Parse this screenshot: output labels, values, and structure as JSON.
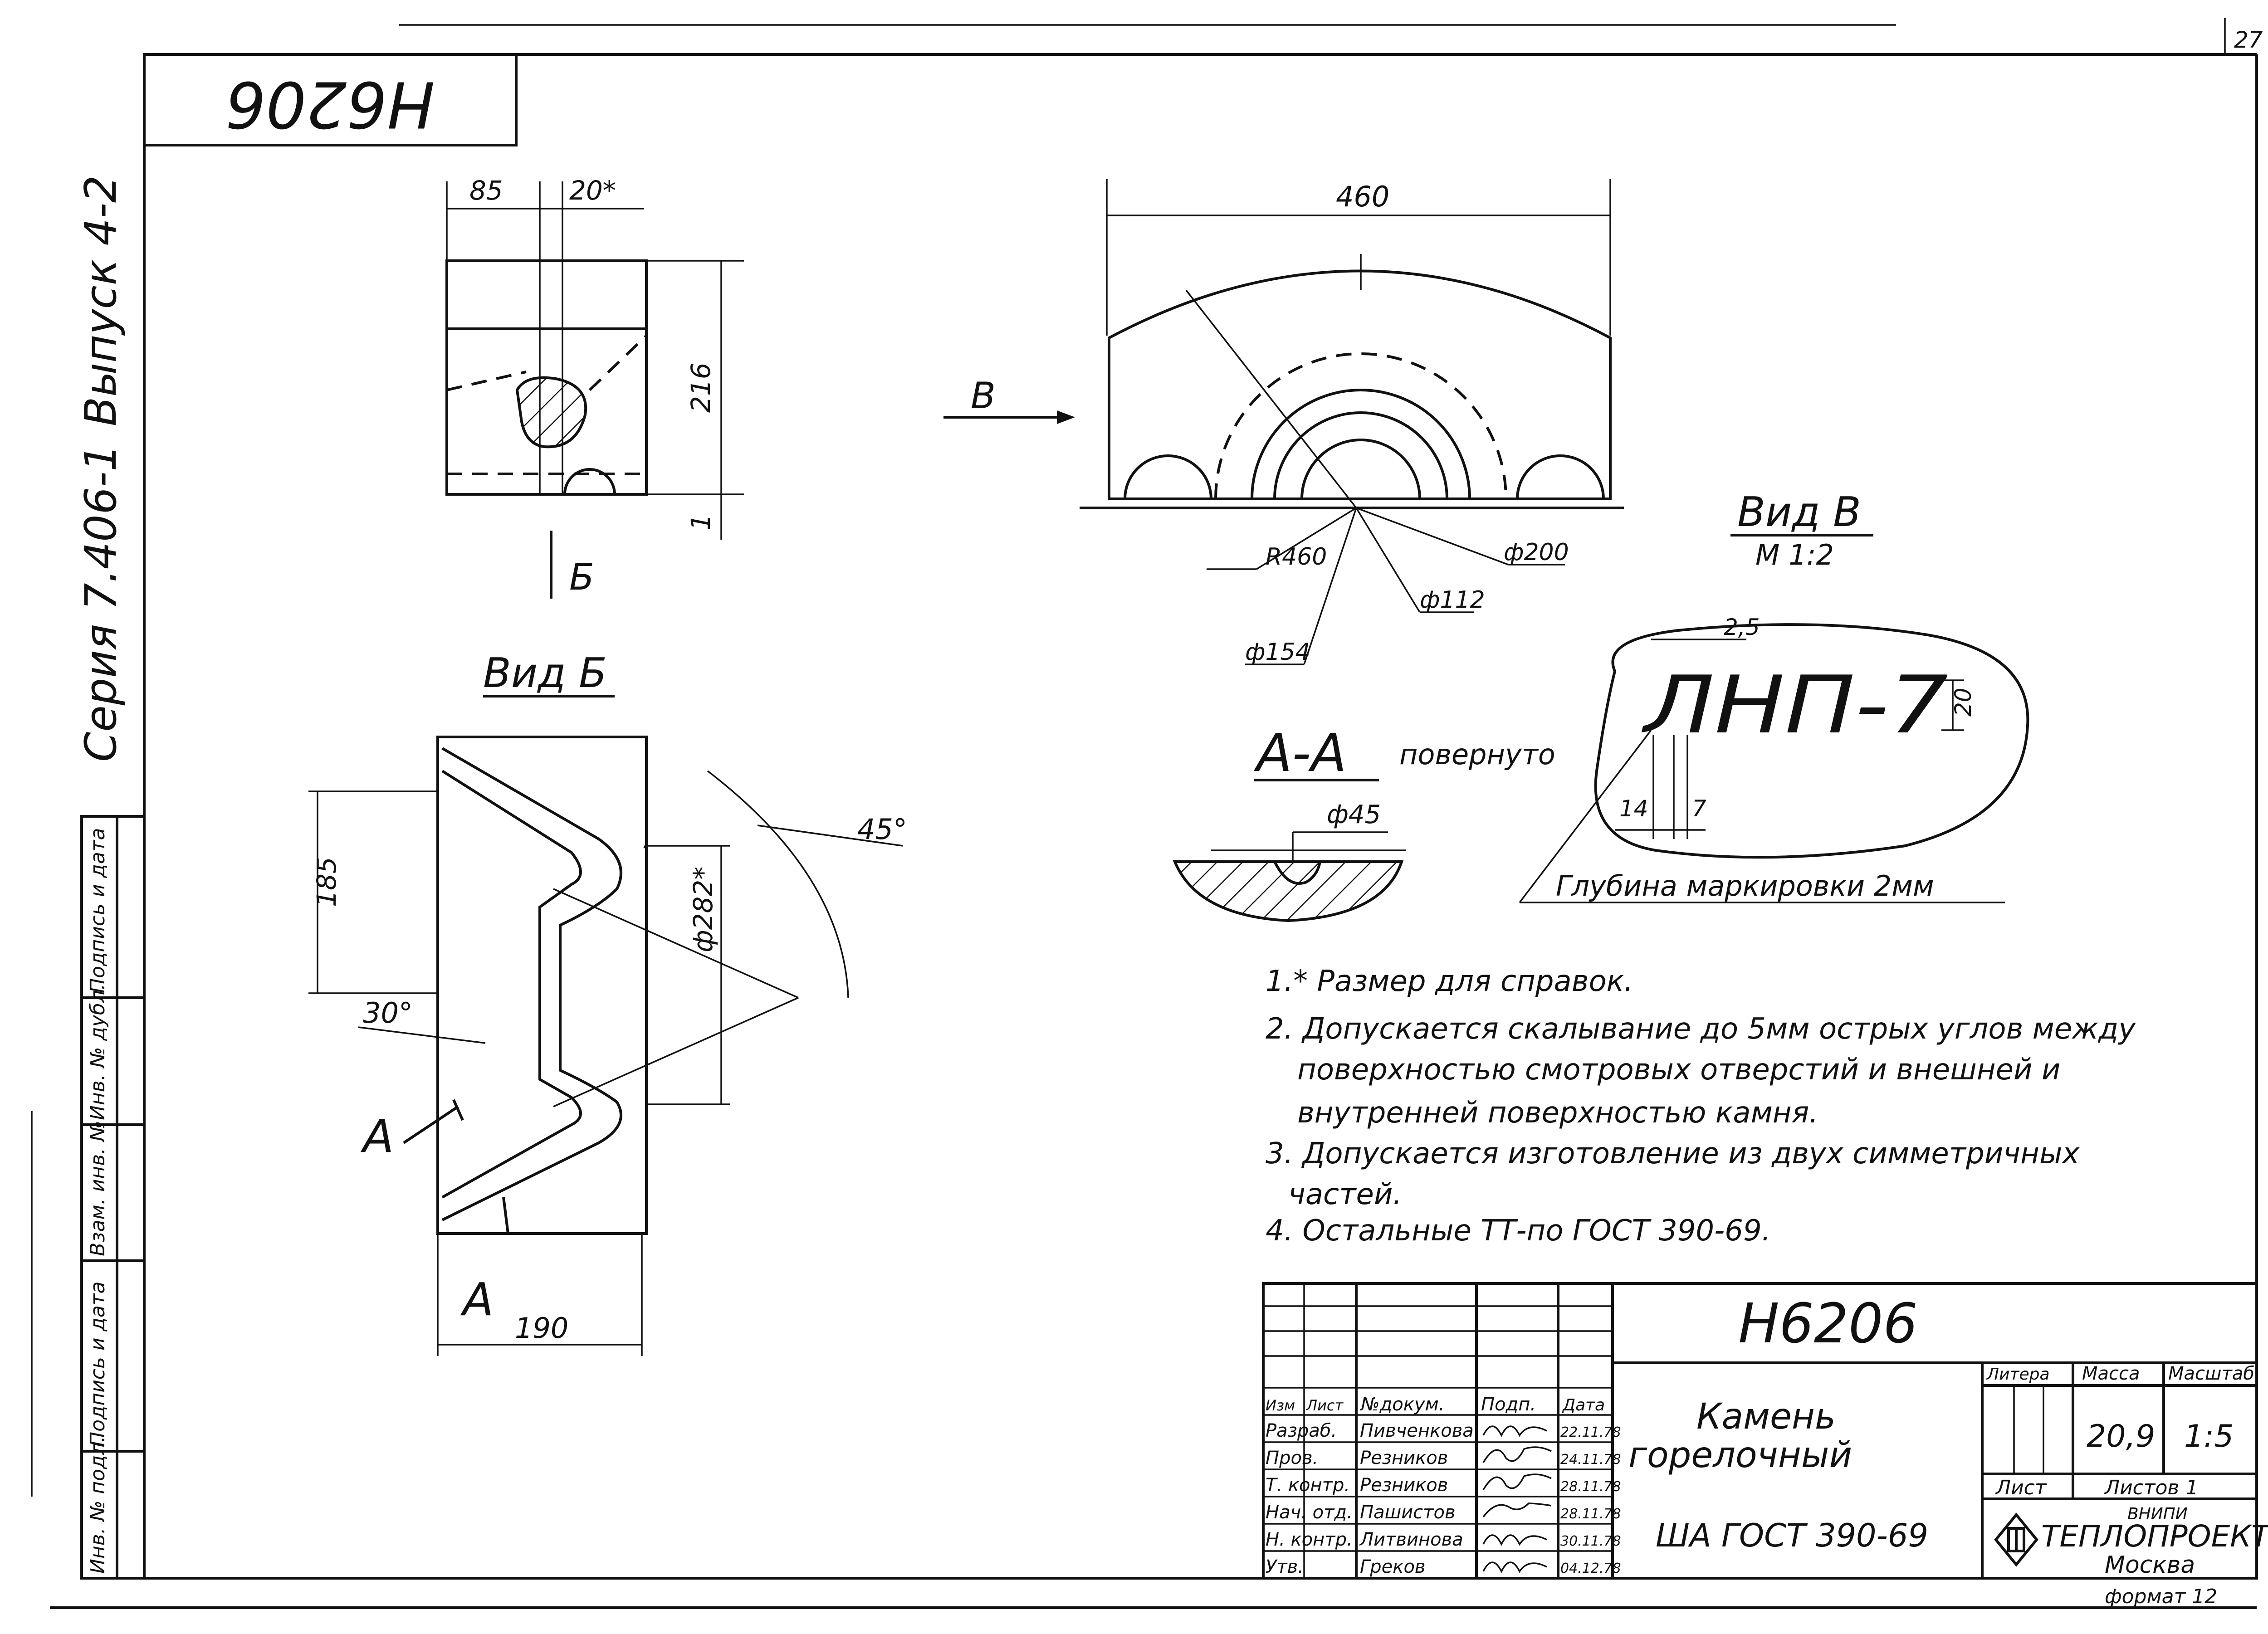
{
  "sheet": {
    "page_number": "27",
    "code_box": "H6206",
    "series": "Серия 7.406-1",
    "issue": "Выпуск 4-2",
    "side_stamp": [
      "Инв. № подл.",
      "Подпись и дата",
      "Взам. инв. №",
      "Инв. № дубл.",
      "Подпись и дата"
    ]
  },
  "views": {
    "dims_top": {
      "d85": "85",
      "d20": "20*",
      "d216": "216",
      "d1": "1"
    },
    "view_b_arrow": "Б",
    "view_b_title": "Вид Б",
    "view_b_dims": {
      "d185": "185",
      "d282": "ф282*",
      "a45": "45°",
      "a30": "30°",
      "d190": "190",
      "section_mark": "А"
    },
    "front_dims": {
      "d460": "460",
      "r460": "R460",
      "d200": "ф200",
      "d112": "ф112",
      "d154": "ф154",
      "view_arrow": "В"
    },
    "section_title": "А-А",
    "section_note": "повернуто",
    "section_dim": "ф45",
    "view_v_title": "Вид В",
    "view_v_scale": "М 1:2",
    "marking_text": "ЛНП-7",
    "marking_dims": {
      "d25": "2,5",
      "d20": "20",
      "d14": "14",
      "d7": "7"
    },
    "marking_depth": "Глубина маркировки 2мм"
  },
  "notes": [
    "1.* Размер для справок.",
    "2. Допускается скалывание до 5мм острых углов между",
    "поверхностью смотровых отверстий и внешней и",
    "внутренней поверхностью камня.",
    "3. Допускается изготовление из двух симметричных",
    "частей.",
    "4. Остальные ТТ-по ГОСТ 390-69."
  ],
  "title_block": {
    "code": "H6206",
    "name_line1": "Камень",
    "name_line2": "горелочный",
    "material": "ША ГОСТ 390-69",
    "head_izm": "Изм",
    "head_list": "Лист",
    "head_doc": "№докум.",
    "head_sign": "Подп.",
    "head_date": "Дата",
    "rows": [
      {
        "role": "Разраб.",
        "name": "Пивченкова",
        "date": "22.11.78"
      },
      {
        "role": "Пров.",
        "name": "Резников",
        "date": "24.11.78"
      },
      {
        "role": "Т. контр.",
        "name": "Резников",
        "date": "28.11.78"
      },
      {
        "role": "Нач. отд.",
        "name": "Пашистов",
        "date": "28.11.78"
      },
      {
        "role": "Н. контр.",
        "name": "Литвинова",
        "date": "30.11.78"
      },
      {
        "role": "Утв.",
        "name": "Греков",
        "date": "04.12.78"
      }
    ],
    "litera_label": "Литера",
    "mass_label": "Масса",
    "scale_label": "Масштаб",
    "mass": "20,9",
    "scale": "1:5",
    "sheet_label": "Лист",
    "sheets_label": "Листов 1",
    "org_top": "ВНИПИ",
    "org_name": "ТЕПЛОПРОЕКТ",
    "org_city": "Москва",
    "format": "формат 12"
  }
}
